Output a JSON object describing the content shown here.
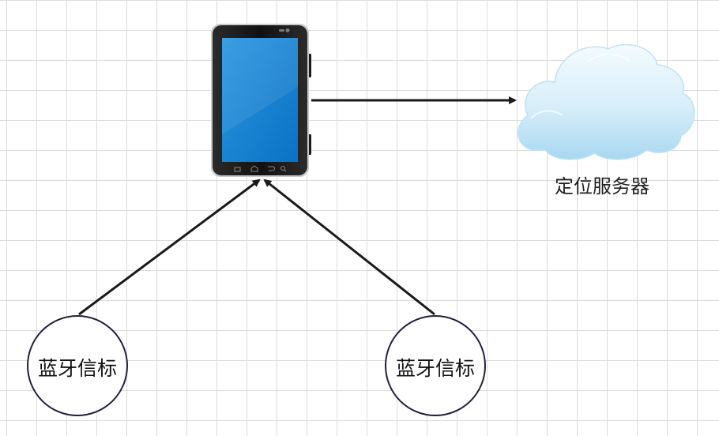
{
  "nodes": {
    "phone": {
      "icon": "smartphone-icon"
    },
    "server": {
      "icon": "cloud-icon",
      "label": "定位服务器"
    },
    "beacon_left": {
      "label": "蓝牙信标"
    },
    "beacon_right": {
      "label": "蓝牙信标"
    }
  },
  "edges": [
    {
      "from": "phone",
      "to": "server"
    },
    {
      "from": "beacon_left",
      "to": "phone"
    },
    {
      "from": "beacon_right",
      "to": "phone"
    }
  ],
  "colors": {
    "grid": "#dcdcdc",
    "edge": "#1a1a1a",
    "beacon_border": "#1f1f3a",
    "screen": "#1a86d4",
    "cloud": "#bfe3f6"
  }
}
